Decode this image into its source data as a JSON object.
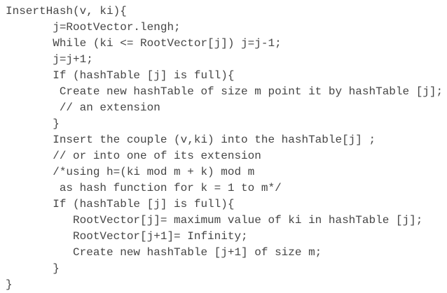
{
  "colors": {
    "background": "#ffffff",
    "text": "#454545"
  },
  "code": {
    "function_name": "InsertHash",
    "lines": [
      "InsertHash(v, ki){",
      "       j=RootVector.lengh;",
      "       While (ki <= RootVector[j]) j=j-1;",
      "       j=j+1;",
      "       If (hashTable [j] is full){",
      "        Create new hashTable of size m point it by hashTable [j];",
      "        // an extension",
      "       }",
      "       Insert the couple (v,ki) into the hashTable[j] ;",
      "       // or into one of its extension",
      "       /*using h=(ki mod m + k) mod m",
      "        as hash function for k = 1 to m*/",
      "       If (hashTable [j] is full){",
      "          RootVector[j]= maximum value of ki in hashTable [j];",
      "          RootVector[j+1]= Infinity;",
      "          Create new hashTable [j+1] of size m;",
      "       }",
      "}"
    ]
  }
}
